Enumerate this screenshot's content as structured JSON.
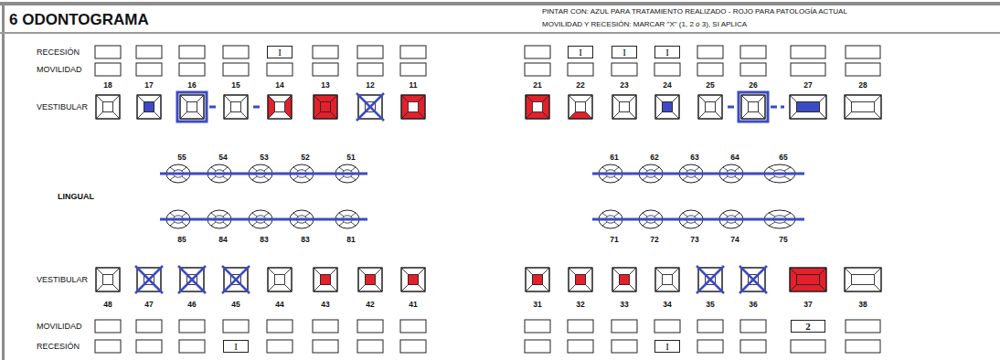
{
  "diagram": {
    "title": "6 ODONTOGRAMA",
    "nodes": [
      {
        "text": [
          "I"
        ]
      },
      {
        "text": [
          "I"
        ]
      },
      {
        "text": [
          "I"
        ]
      },
      {
        "text": [
          "I"
        ]
      },
      {
        "text": [
          "2"
        ]
      },
      {
        "text": [
          "I"
        ]
      },
      {
        "text": [
          "I"
        ]
      }
    ],
    "labels": [
      "PINTAR CON: AZUL PARA TRATAMIENTO REALIZADO - ROJO PARA PATOLOGÍA ACTUAL",
      "MOVILIDAD Y RECESIÓN: MARCAR \"X\" (1, 2 ó 3), SI APLICA",
      "RECESIÓN",
      "MOVILIDAD",
      "18",
      "17",
      "16",
      "15",
      "14",
      "13",
      "12",
      "11",
      "21",
      "22",
      "23",
      "24",
      "25",
      "26",
      "27",
      "28",
      "VESTIBULAR",
      "55",
      "54",
      "53",
      "52",
      "51",
      "61",
      "62",
      "63",
      "64",
      "65",
      "LINGUAL",
      "85",
      "84",
      "83",
      "83",
      "81",
      "71",
      "72",
      "73",
      "74",
      "75",
      "VESTIBULAR",
      "48",
      "47",
      "46",
      "45",
      "44",
      "43",
      "42",
      "41",
      "31",
      "32",
      "33",
      "34",
      "35",
      "36",
      "37",
      "38",
      "MOVILIDAD",
      "RECESIÓN"
    ]
  }
}
